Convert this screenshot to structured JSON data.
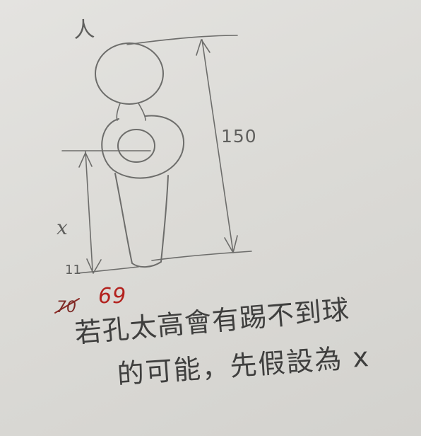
{
  "drawing": {
    "person_label": "人",
    "height_label": "150",
    "unknown_label": "x",
    "ground_label": "11"
  },
  "red_marks": {
    "crossed_out": "70",
    "correction": "69"
  },
  "note": {
    "line1": "若孔太高會有踢不到球",
    "line2": "的可能，先假設為 x"
  },
  "colors": {
    "paper": "#dcdbd7",
    "pencil": "#6d6d6b",
    "ink": "#3f3f3e",
    "red_ink": "#b3221e"
  }
}
